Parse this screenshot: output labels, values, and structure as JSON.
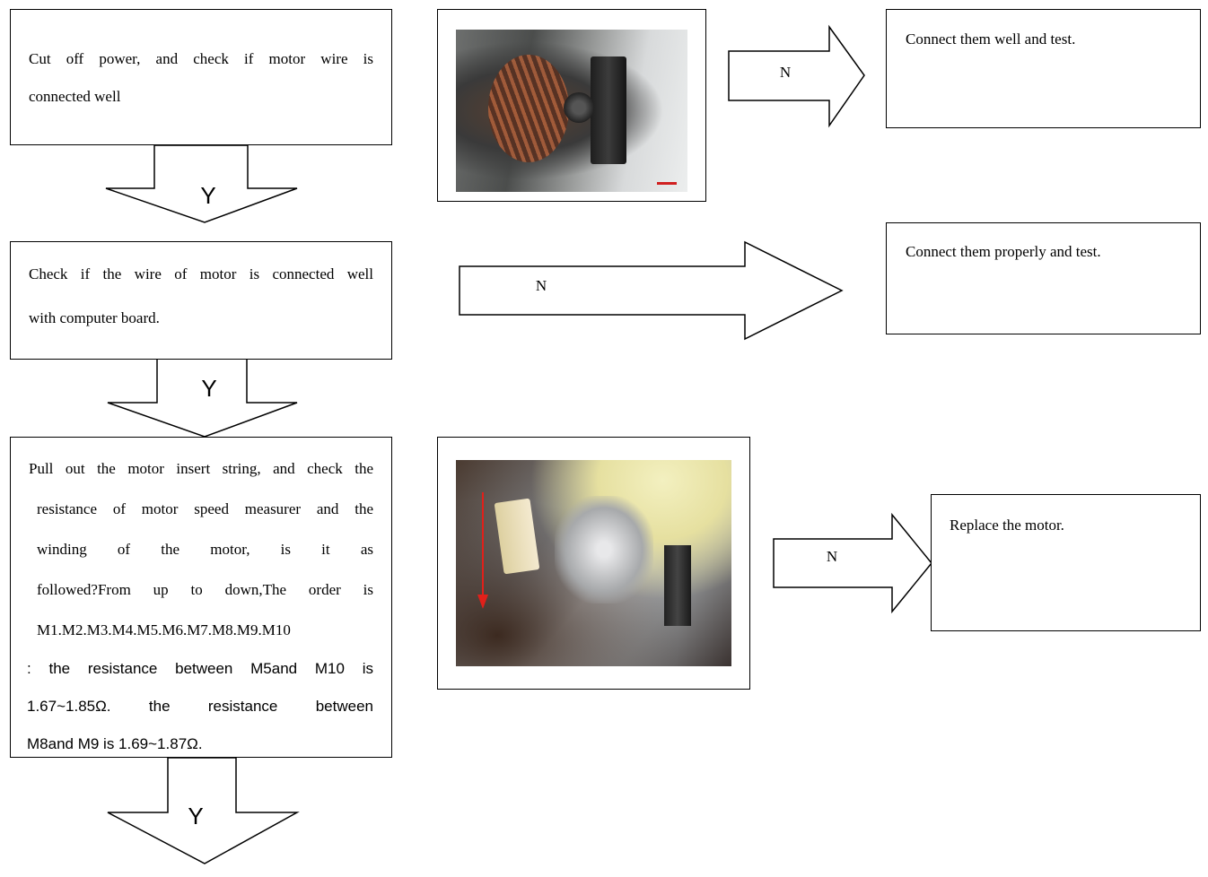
{
  "steps": [
    {
      "lines": [
        "Cut off power, and check if motor wire is",
        "connected well"
      ],
      "yes_label": "Y",
      "no_label": "N",
      "no_action": "Connect them well and test."
    },
    {
      "lines": [
        "Check if the wire of motor is connected well",
        "with computer board."
      ],
      "yes_label": "Y",
      "no_label": "N",
      "no_action": "Connect them properly and test."
    },
    {
      "lines": [
        "Pull out the motor insert string, and check the",
        "resistance of motor speed measurer and the",
        "winding of the motor, is it as",
        "followed?From up to down,The order is",
        "M1.M2.M3.M4.M5.M6.M7.M8.M9.M10"
      ],
      "sans_lines": [
        ": the resistance between M5and M10 is",
        "1.67~1.85Ω. the resistance between",
        "M8and M9 is 1.69~1.87Ω."
      ],
      "yes_label": "Y",
      "no_label": "N",
      "no_action": "Replace the motor."
    }
  ],
  "colors": {
    "line": "#000000",
    "arrow_red": "#e0201a"
  }
}
